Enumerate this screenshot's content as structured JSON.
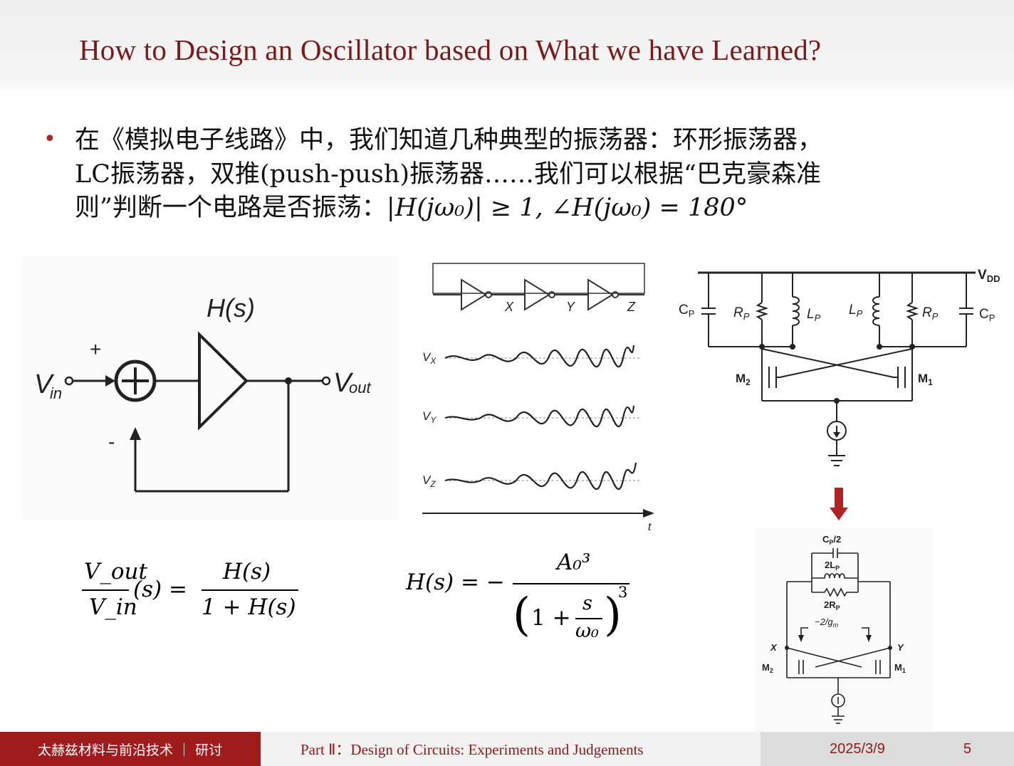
{
  "slide": {
    "title": "How to Design an Oscillator based on What we have Learned?",
    "bullet": {
      "line1": "在《模拟电子线路》中，我们知道几种典型的振荡器：环形振荡器，",
      "line2": "LC振荡器，双推(push-push)振荡器……我们可以根据“巴克豪森准",
      "line3_text": "则”判断一个电路是否振荡：",
      "line3_math": "|H(jω₀)| ≥ 1, ∠H(jω₀) = 180°"
    }
  },
  "feedback_diagram": {
    "block_label": "H(s)",
    "input_label": "V_in",
    "output_label": "V_out",
    "plus_sign": "+",
    "minus_sign": "-"
  },
  "ring_oscillator": {
    "nodes": [
      "X",
      "Y",
      "Z"
    ],
    "waveforms": [
      "V_X",
      "V_Y",
      "V_Z"
    ],
    "time_axis": "t"
  },
  "lc_oscillator": {
    "supply": "V_DD",
    "components": [
      "C_P",
      "R_P",
      "L_P",
      "L_P",
      "R_P",
      "C_P"
    ],
    "transistors": [
      "M_2",
      "M_1"
    ]
  },
  "equivalent_circuit": {
    "cap_label": "C_P/2",
    "ind_label": "2L_P",
    "res_label": "2R_P",
    "neg_res_label": "−2/g_m",
    "node_x": "X",
    "node_y": "Y",
    "transistors": [
      "M_2",
      "M_1"
    ]
  },
  "equations": {
    "closed_loop": {
      "num_left": "V_out",
      "den_left": "V_in",
      "arg": "(s) =",
      "num_right": "H(s)",
      "den_right": "1 + H(s)"
    },
    "ring_transfer": {
      "lhs": "H(s) = −",
      "num": "A₀³",
      "den_left": "1 +",
      "den_s": "s",
      "den_w": "ω₀",
      "exp": "3"
    }
  },
  "footer": {
    "left": "太赫兹材料与前沿技术 ｜ 研讨",
    "middle": "Part Ⅱ：Design of Circuits: Experiments and Judgements",
    "date": "2025/3/9",
    "page": "5"
  },
  "colors": {
    "title": "#7a1a1a",
    "footer_left_bg": "#a01c1c",
    "arrow": "#b22222"
  }
}
